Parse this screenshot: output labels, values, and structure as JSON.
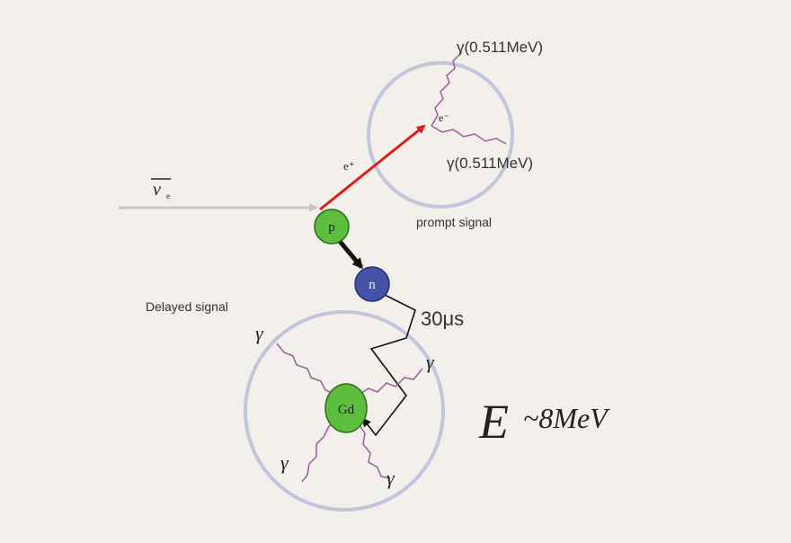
{
  "labels": {
    "antineutrino": "ν",
    "antineutrino_sub": "e",
    "positron": "e⁺",
    "electron": "e⁻",
    "gamma_top": "γ(0.511MeV)",
    "gamma_mid": "γ(0.511MeV)",
    "prompt": "prompt signal",
    "delayed": "Delayed signal",
    "time": "30μs",
    "proton": "p",
    "neutron": "n",
    "gd": "Gd",
    "gamma": "γ",
    "energy_e": "E",
    "energy_rest": "~8MeV"
  },
  "colors": {
    "background": "#f3f0ec",
    "circle": "#c3c4dd",
    "proton": "#5dbd3c",
    "neutron": "#4452a8",
    "gd": "#5dbd3c",
    "positron_track": "#dd1e1e",
    "neutrino_track": "#c6c6c6",
    "gamma_track": "#9a5d9a"
  }
}
